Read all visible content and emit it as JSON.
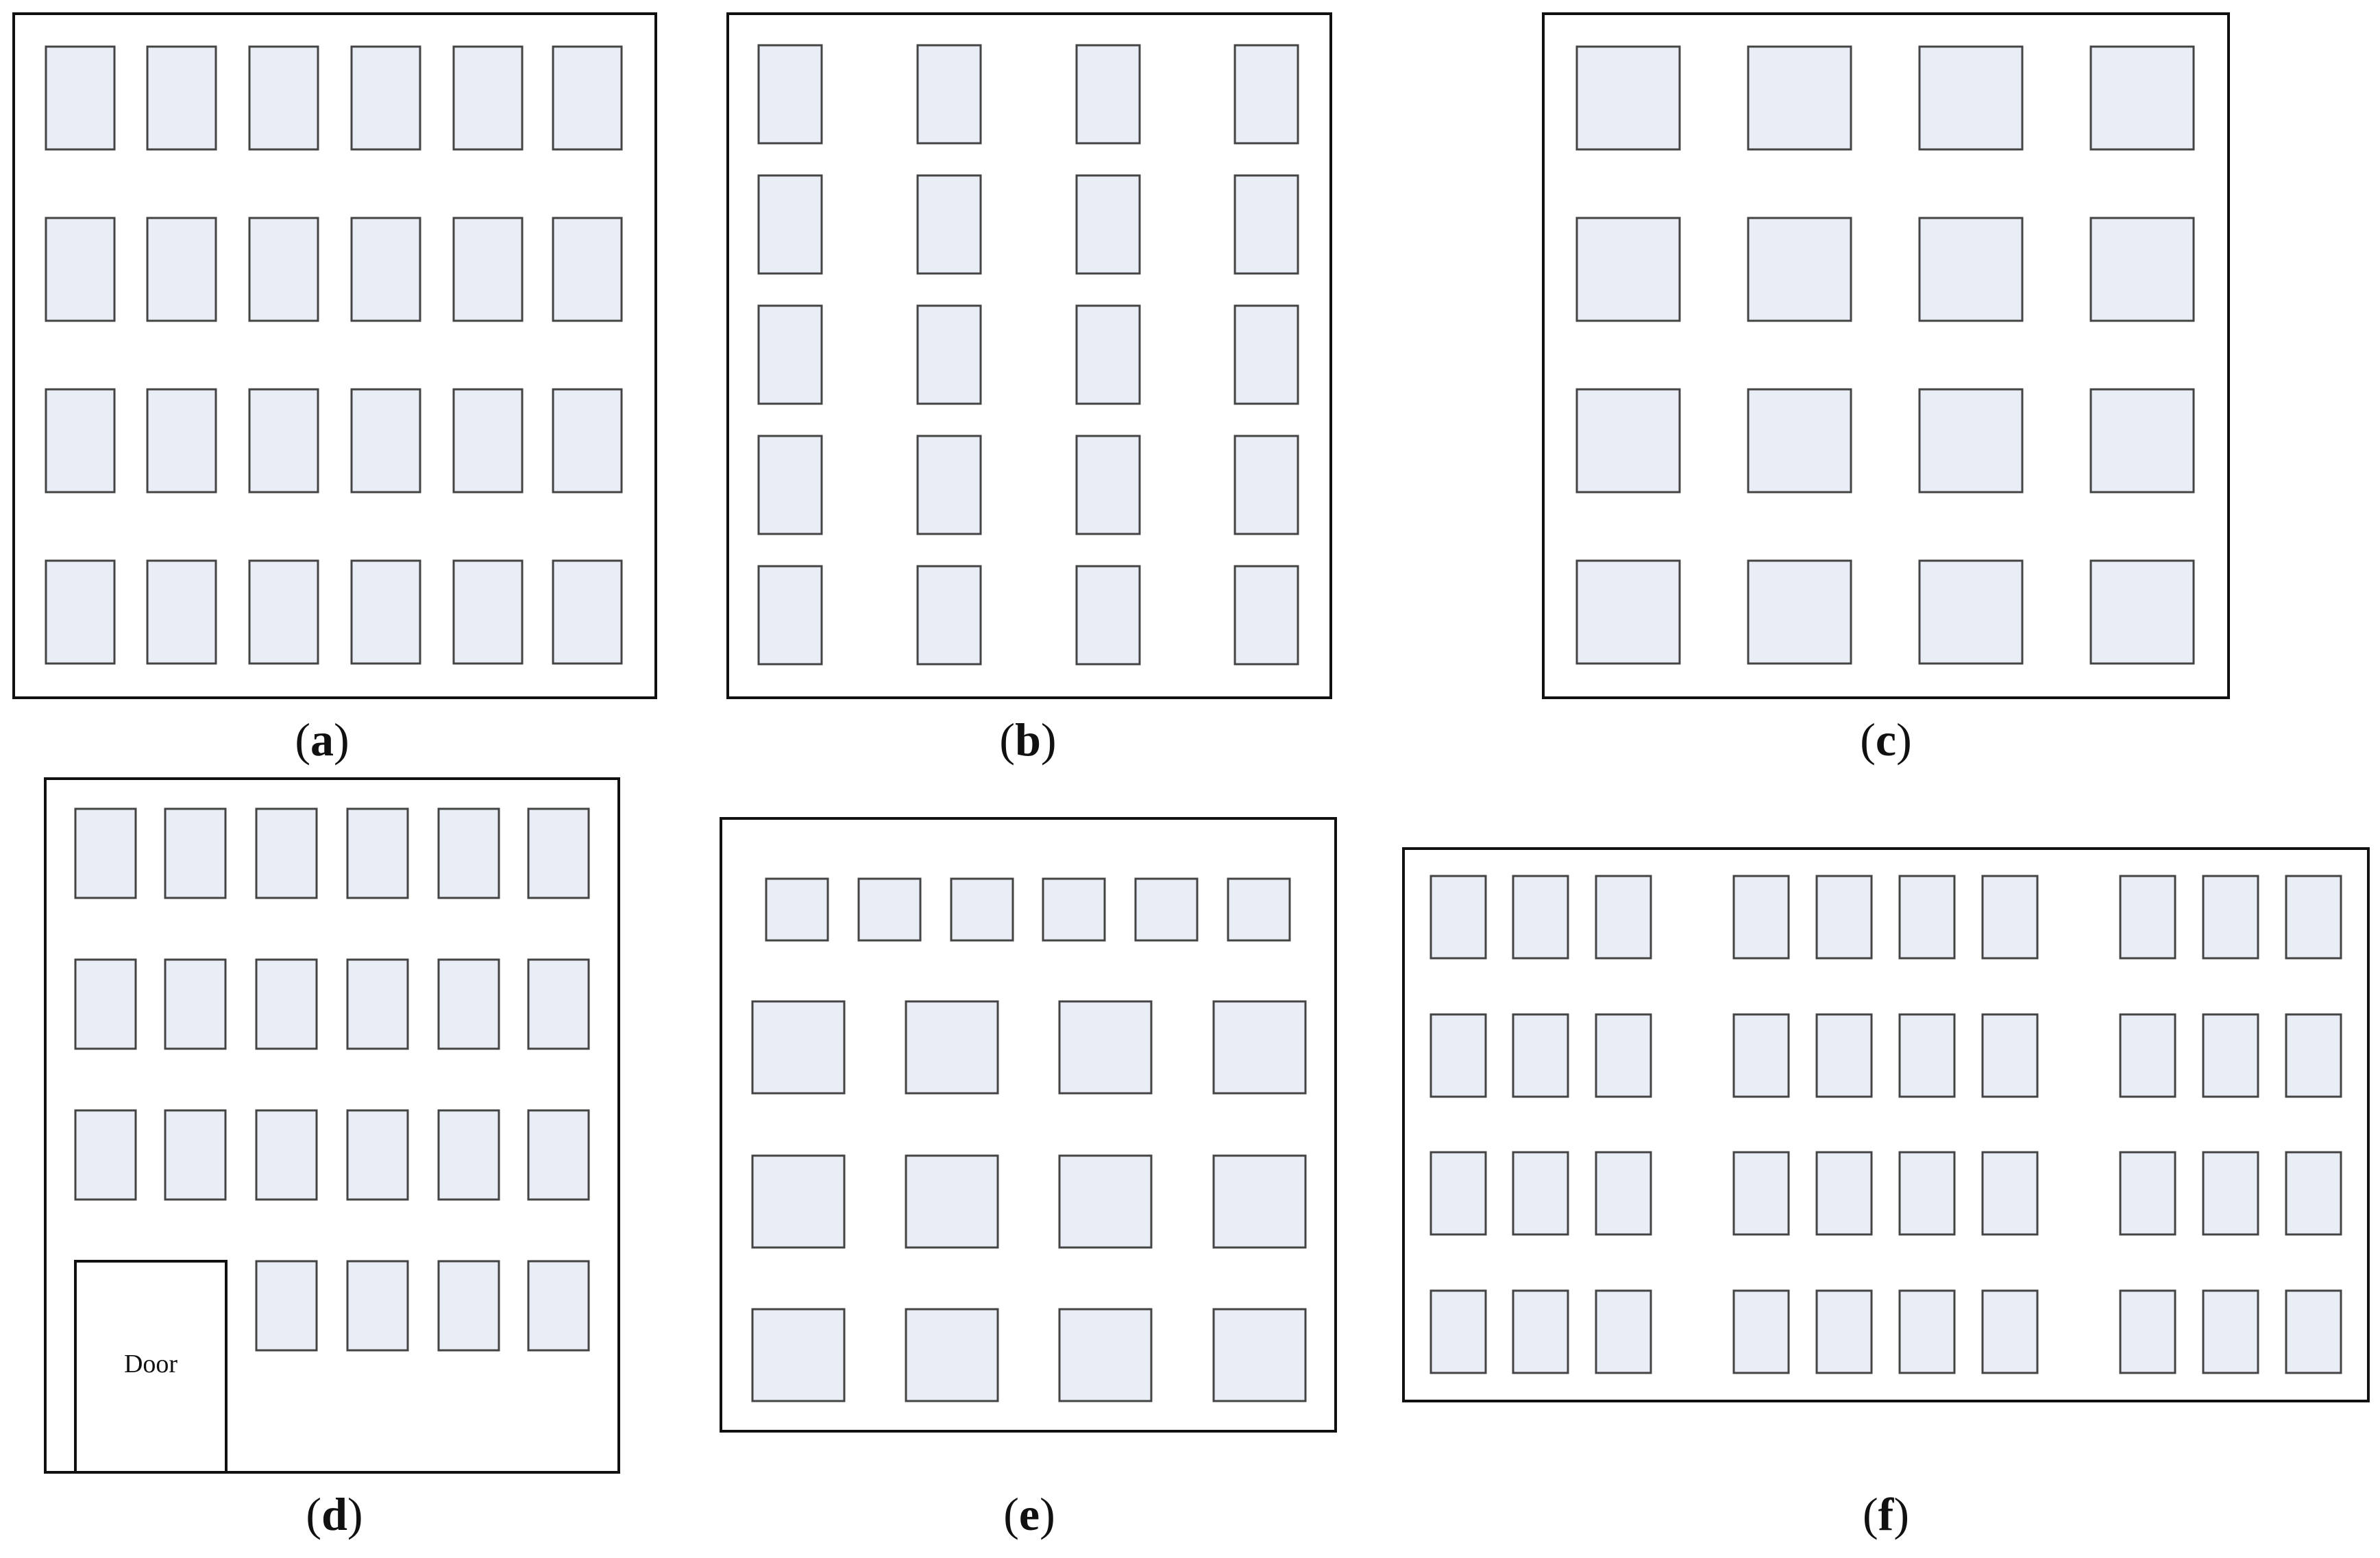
{
  "panels": [
    {
      "id": "a",
      "label": "a",
      "window_rows": 4,
      "window_cols": 6
    },
    {
      "id": "b",
      "label": "b",
      "window_rows": 5,
      "window_cols": 4
    },
    {
      "id": "c",
      "label": "c",
      "window_rows": 4,
      "window_cols": 4
    },
    {
      "id": "d",
      "label": "d",
      "window_rows": 4,
      "window_cols": 6,
      "door_text": "Door"
    },
    {
      "id": "e",
      "label": "e",
      "window_rows": 4,
      "window_cols": "6 small top row, 4 large below"
    },
    {
      "id": "f",
      "label": "f",
      "window_rows": 4,
      "window_cols": "3 + 4 + 3 groups"
    }
  ],
  "colors": {
    "window_fill": "#e8edf6",
    "window_stroke": "#444444",
    "frame_stroke": "#111111",
    "background": "#ffffff"
  }
}
